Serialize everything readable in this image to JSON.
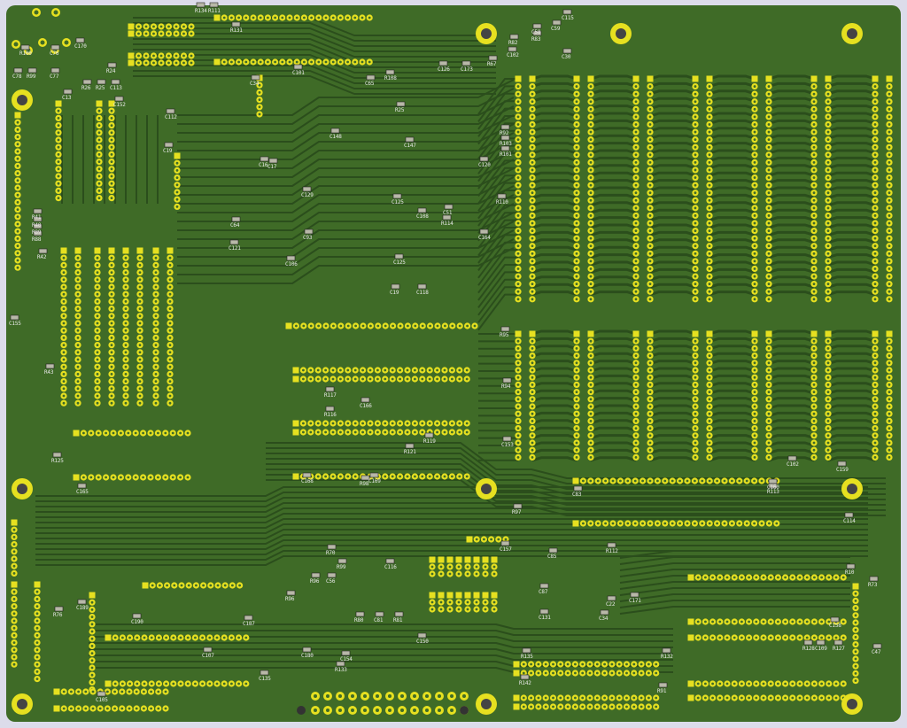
{
  "colors": {
    "background": "#dcdcea",
    "board": "#3f6b27",
    "copper_trace": "#2b4e1c",
    "pad": "#e6e020",
    "silkscreen": "#e8e8e8",
    "smd_body": "#b8b8a8"
  },
  "labels": [
    "R100",
    "C78",
    "R99",
    "C77",
    "C76",
    "C170",
    "R26",
    "R25",
    "C113",
    "R24",
    "C13",
    "C152",
    "C112",
    "C19",
    "R134",
    "R111",
    "R131",
    "C34",
    "C101",
    "C129",
    "C121",
    "C106",
    "C65",
    "R25",
    "R108",
    "C64",
    "C93",
    "C17",
    "C19",
    "C118",
    "R82",
    "R83",
    "C59",
    "C115",
    "C30",
    "C125",
    "C120",
    "C126",
    "C173",
    "R67",
    "R92",
    "R103",
    "R101",
    "R110",
    "C147",
    "C148",
    "C16",
    "C166",
    "C125",
    "C164",
    "C108",
    "R117",
    "R116",
    "C51",
    "R119",
    "R121",
    "C169",
    "C168",
    "C165",
    "R10",
    "C159",
    "C153",
    "R95",
    "R94",
    "R114",
    "C102",
    "C160",
    "C83",
    "R113",
    "R128",
    "C158",
    "C109",
    "R127",
    "R125",
    "C47",
    "R73",
    "R76",
    "C189",
    "C190",
    "C187",
    "C105",
    "C114",
    "C150",
    "C157",
    "R112",
    "C85",
    "C87",
    "C34",
    "C22",
    "C171",
    "C131",
    "R132",
    "R142",
    "R135",
    "R97",
    "R98",
    "R70",
    "R80",
    "C81",
    "R81",
    "R99",
    "R96",
    "C56",
    "C116",
    "C180",
    "R133",
    "C58",
    "C102",
    "R91",
    "R96",
    "C154",
    "C107",
    "C135",
    "R43",
    "R42",
    "R41",
    "R40",
    "R89",
    "R88",
    "C155"
  ]
}
